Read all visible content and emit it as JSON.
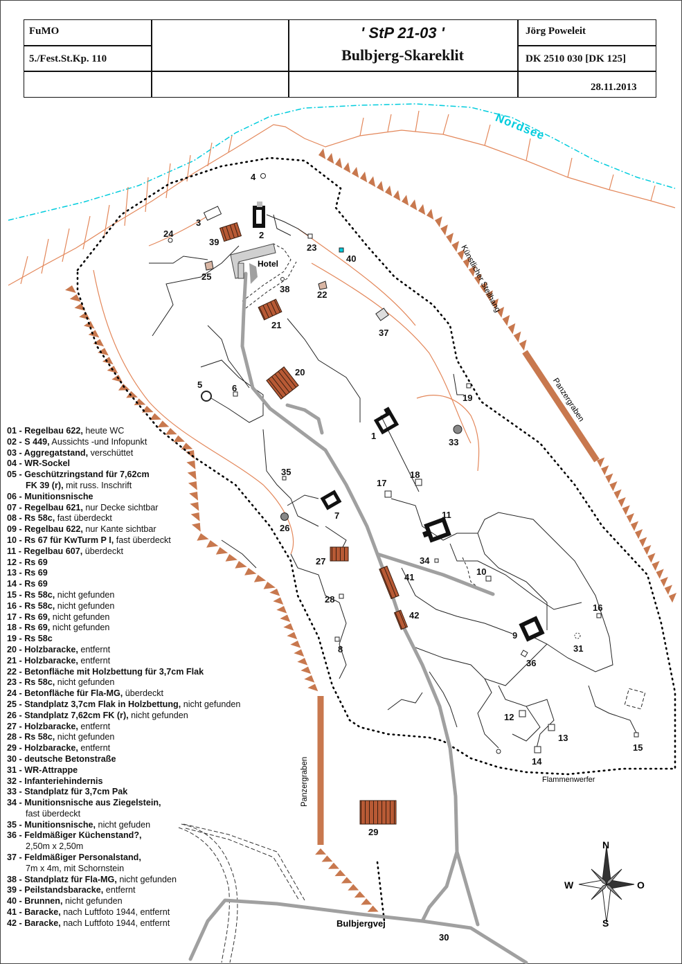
{
  "header": {
    "left_top": "FuMO",
    "left_bottom": "5./Fest.St.Kp. 110",
    "title_line1": "' StP 21-03 '",
    "title_line2": "Bulbjerg-Skareklit",
    "right_top": "Jörg Poweleit",
    "right_mid": "DK 2510 030 [DK 125]",
    "right_bottom": "28.11.2013"
  },
  "map": {
    "sea_label": "Nordsee",
    "steilhang_label": "Künstlicher Steilhang",
    "panzergraben_label": "Panzergraben",
    "hotel_label": "Hotel",
    "flammenwerfer_label": "Flammenwerfer",
    "road_label": "Bulbjergvej",
    "road_number": "30",
    "compass": {
      "n": "N",
      "s": "S",
      "w": "W",
      "o": "O"
    },
    "numbers": {
      "n1": "1",
      "n2": "2",
      "n3": "3",
      "n4": "4",
      "n5": "5",
      "n6": "6",
      "n7": "7",
      "n8": "8",
      "n9": "9",
      "n10": "10",
      "n11": "11",
      "n12": "12",
      "n13": "13",
      "n14": "14",
      "n15": "15",
      "n16": "16",
      "n17": "17",
      "n18": "18",
      "n19": "19",
      "n20": "20",
      "n21": "21",
      "n22": "22",
      "n23": "23",
      "n24": "24",
      "n25": "25",
      "n26": "26",
      "n27": "27",
      "n28": "28",
      "n29": "29",
      "n31": "31",
      "n33": "33",
      "n34": "34",
      "n35": "35",
      "n36": "36",
      "n37": "37",
      "n38": "38",
      "n39": "39",
      "n40": "40",
      "n41": "41",
      "n42": "42"
    },
    "colors": {
      "coast": "#e3875a",
      "sea": "#00ccdd",
      "trench": "#c8784e",
      "road": "#a0a0a0",
      "barrack": "#b85a35"
    }
  },
  "legend": [
    {
      "id": "01",
      "name": "Regelbau 622,",
      "note": " heute WC",
      "cont": ""
    },
    {
      "id": "02",
      "name": "S 449,",
      "note": " Aussichts -und Infopunkt",
      "cont": ""
    },
    {
      "id": "03",
      "name": "Aggregatstand,",
      "note": " verschüttet",
      "cont": ""
    },
    {
      "id": "04",
      "name": "WR-Sockel",
      "note": "",
      "cont": ""
    },
    {
      "id": "05",
      "name": "Geschützringstand für 7,62cm",
      "note": "",
      "cont_b": "FK 39 (r),",
      "cont": " mit russ. Inschrift"
    },
    {
      "id": "06",
      "name": "Munitionsnische",
      "note": "",
      "cont": ""
    },
    {
      "id": "07",
      "name": "Regelbau 621,",
      "note": " nur Decke sichtbar",
      "cont": ""
    },
    {
      "id": "08",
      "name": "Rs 58c,",
      "note": " fast überdeckt",
      "cont": ""
    },
    {
      "id": "09",
      "name": "Regelbau 622,",
      "note": " nur Kante sichtbar",
      "cont": ""
    },
    {
      "id": "10",
      "name": "Rs 67 für KwTurm P I,",
      "note": " fast überdeckt",
      "cont": ""
    },
    {
      "id": "11",
      "name": "Regelbau 607,",
      "note": " überdeckt",
      "cont": ""
    },
    {
      "id": "12",
      "name": "Rs 69",
      "note": "",
      "cont": ""
    },
    {
      "id": "13",
      "name": "Rs 69",
      "note": "",
      "cont": ""
    },
    {
      "id": "14",
      "name": "Rs 69",
      "note": "",
      "cont": ""
    },
    {
      "id": "15",
      "name": "Rs 58c,",
      "note": " nicht gefunden",
      "cont": ""
    },
    {
      "id": "16",
      "name": "Rs 58c,",
      "note": " nicht gefunden",
      "cont": ""
    },
    {
      "id": "17",
      "name": "Rs 69,",
      "note": " nicht gefunden",
      "cont": ""
    },
    {
      "id": "18",
      "name": "Rs 69,",
      "note": " nicht gefunden",
      "cont": ""
    },
    {
      "id": "19",
      "name": "Rs 58c",
      "note": "",
      "cont": ""
    },
    {
      "id": "20",
      "name": "Holzbaracke,",
      "note": " entfernt",
      "cont": ""
    },
    {
      "id": "21",
      "name": "Holzbaracke,",
      "note": " entfernt",
      "cont": ""
    },
    {
      "id": "22",
      "name": "Betonfläche mit Holzbettung für 3,7cm Flak",
      "note": "",
      "cont": ""
    },
    {
      "id": "23",
      "name": "Rs 58c,",
      "note": " nicht gefunden",
      "cont": ""
    },
    {
      "id": "24",
      "name": "Betonfläche für Fla-MG,",
      "note": " überdeckt",
      "cont": ""
    },
    {
      "id": "25",
      "name": "Standplatz 3,7cm Flak in Holzbettung,",
      "note": " nicht gefunden",
      "cont": ""
    },
    {
      "id": "26",
      "name": "Standplatz 7,62cm FK (r),",
      "note": " nicht gefunden",
      "cont": ""
    },
    {
      "id": "27",
      "name": "Holzbaracke,",
      "note": " entfernt",
      "cont": ""
    },
    {
      "id": "28",
      "name": "Rs 58c,",
      "note": " nicht gefunden",
      "cont": ""
    },
    {
      "id": "29",
      "name": "Holzbaracke,",
      "note": " entfernt",
      "cont": ""
    },
    {
      "id": "30",
      "name": "deutsche Betonstraße",
      "note": "",
      "cont": ""
    },
    {
      "id": "31",
      "name": "WR-Attrappe",
      "note": "",
      "cont": ""
    },
    {
      "id": "32",
      "name": "Infanteriehindernis",
      "note": "",
      "cont": ""
    },
    {
      "id": "33",
      "name": "Standplatz für 3,7cm Pak",
      "note": "",
      "cont": ""
    },
    {
      "id": "34",
      "name": "Munitionsnische aus Ziegelstein,",
      "note": "",
      "cont": "fast überdeckt"
    },
    {
      "id": "35",
      "name": "Munitionsnische,",
      "note": " nicht gefuden",
      "cont": ""
    },
    {
      "id": "36",
      "name": "Feldmäßiger Küchenstand?,",
      "note": "",
      "cont": "2,50m x 2,50m"
    },
    {
      "id": "37",
      "name": "Feldmäßiger Personalstand,",
      "note": "",
      "cont": "7m x 4m, mit Schornstein"
    },
    {
      "id": "38",
      "name": "Standplatz für Fla-MG,",
      "note": " nicht gefunden",
      "cont": ""
    },
    {
      "id": "39",
      "name": "Peilstandsbaracke,",
      "note": " entfernt",
      "cont": ""
    },
    {
      "id": "40",
      "name": "Brunnen,",
      "note": " nicht gefunden",
      "cont": ""
    },
    {
      "id": "41",
      "name": "Baracke,",
      "note": " nach Luftfoto 1944, entfernt",
      "cont": ""
    },
    {
      "id": "42",
      "name": "Baracke,",
      "note": " nach Luftfoto 1944, entfernt",
      "cont": ""
    }
  ]
}
